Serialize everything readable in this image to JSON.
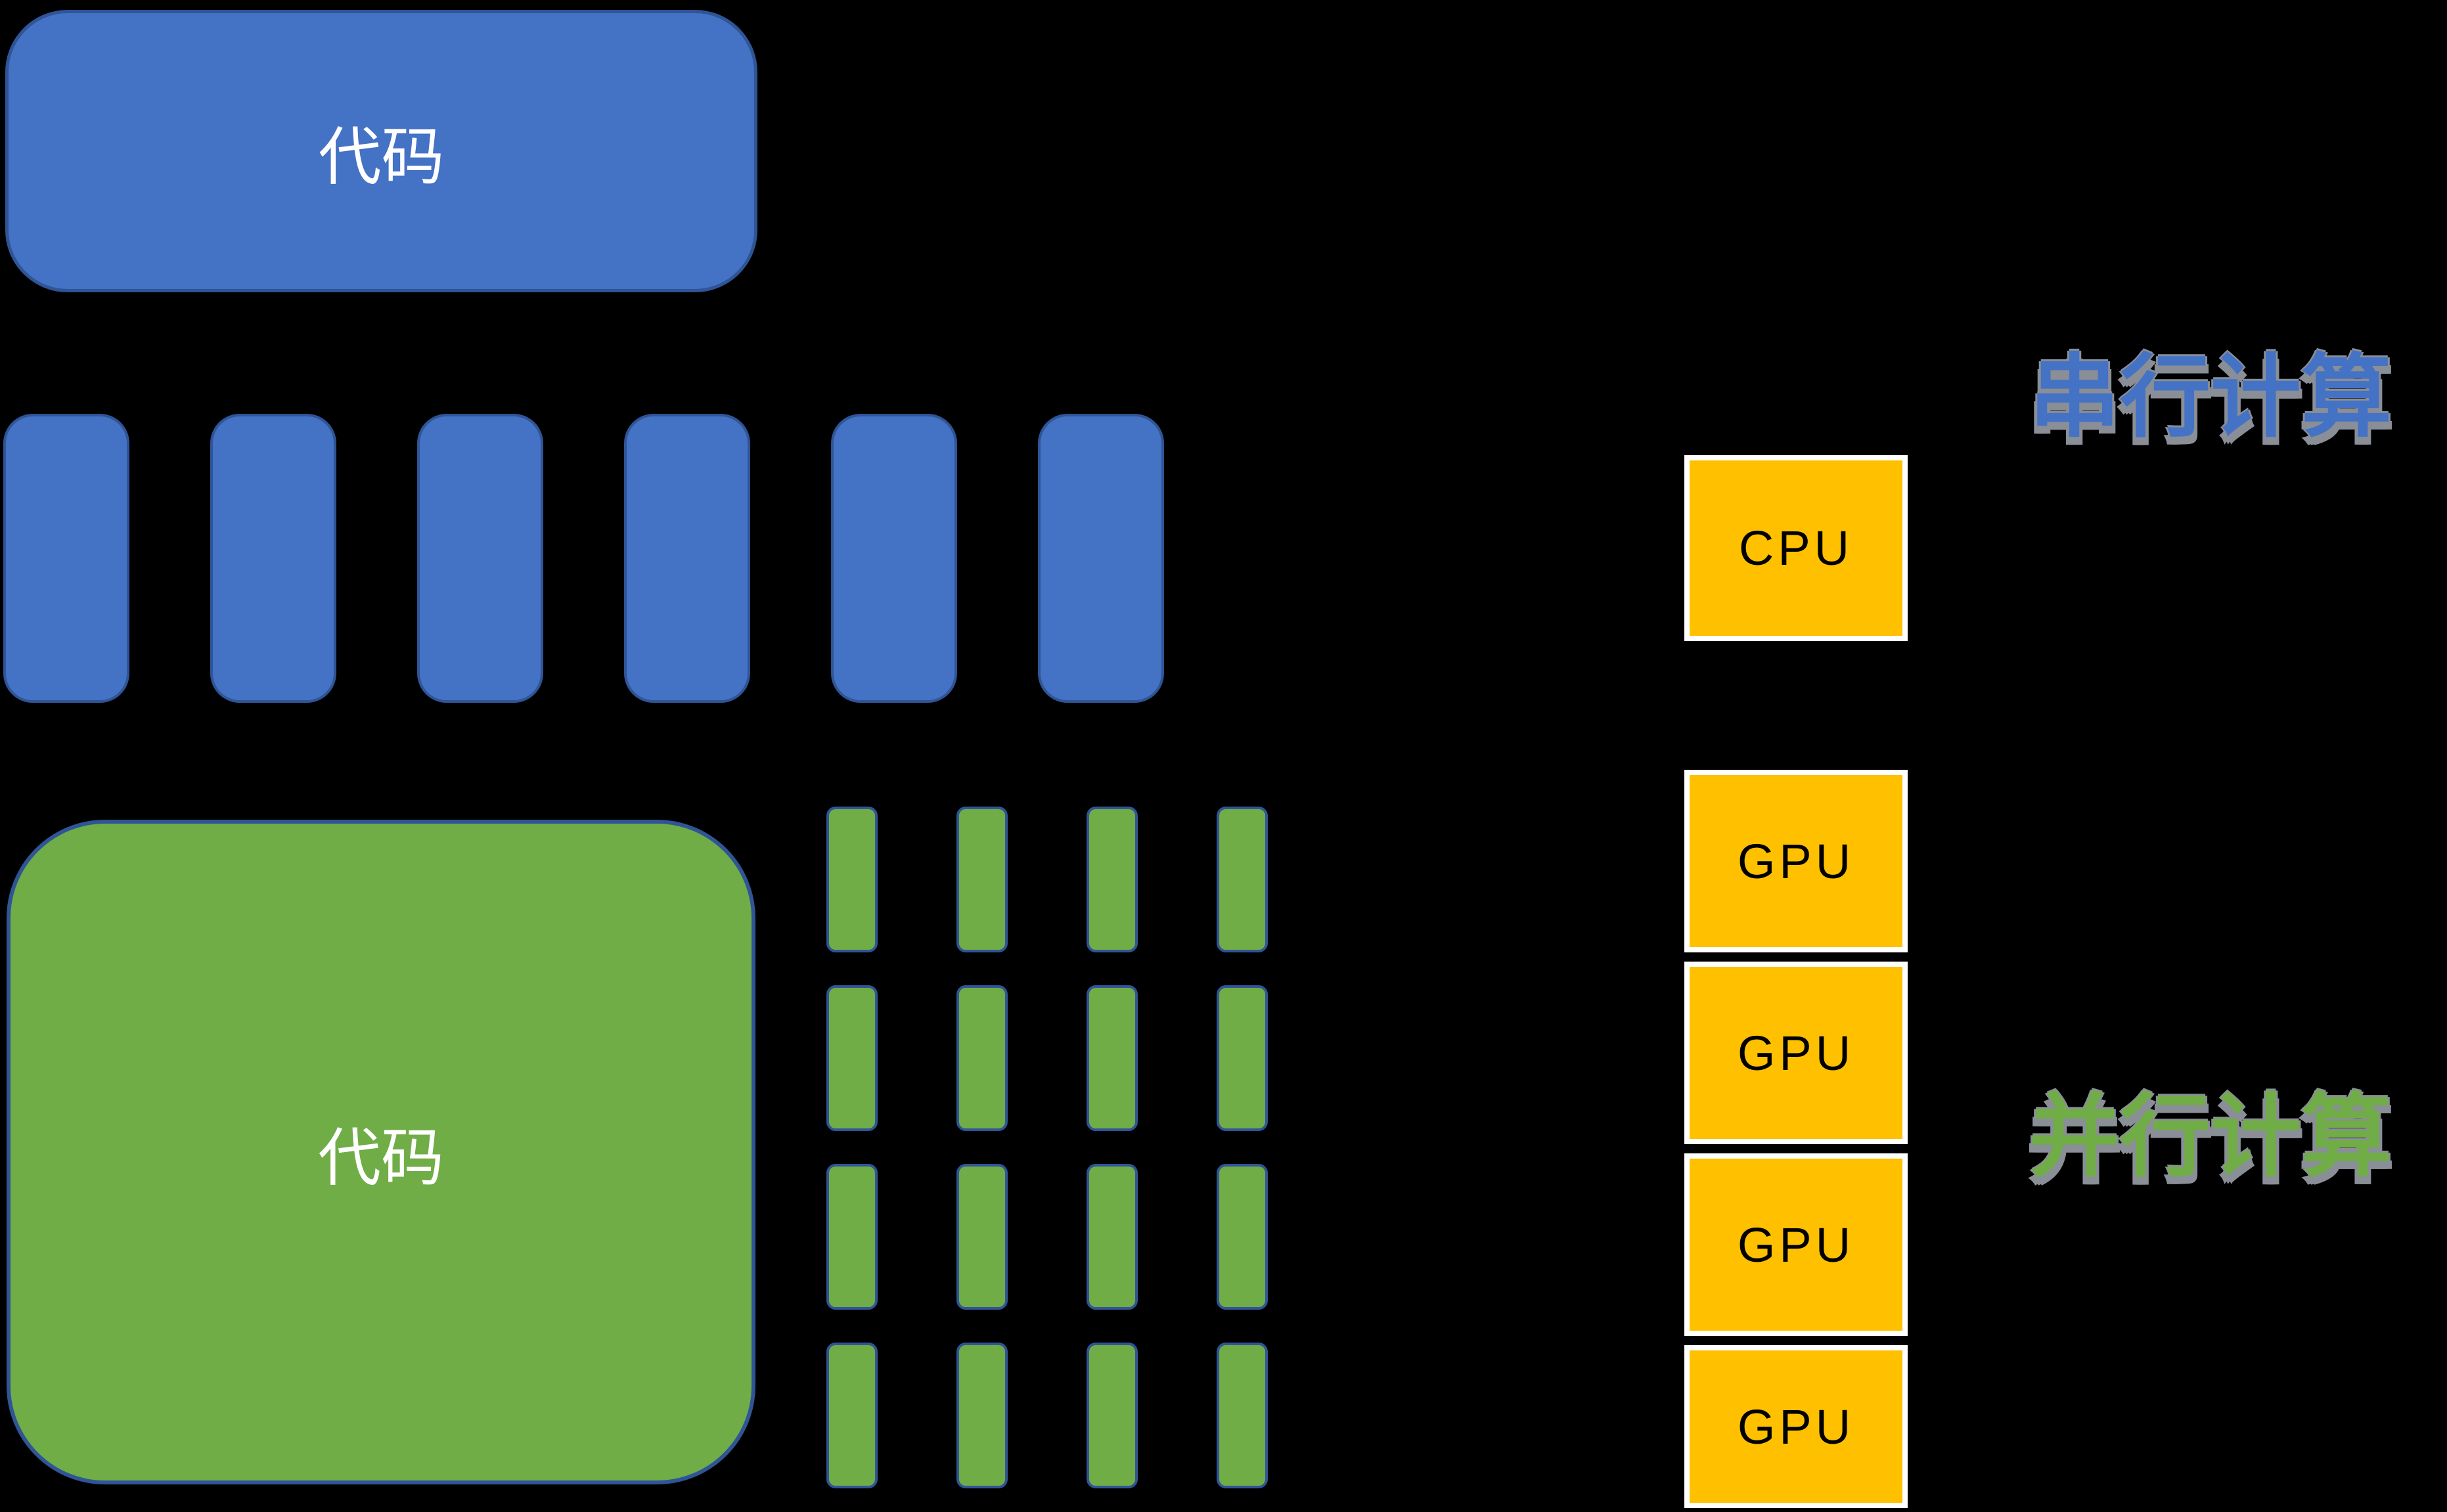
{
  "canvas": {
    "background": "#000000"
  },
  "colors": {
    "blue_fill": "#4472C4",
    "green_fill": "#70AD47",
    "amber_fill": "#FFC000",
    "navy_border": "#2F5597",
    "white_border": "#FFFFFF",
    "shadow_gray": "#8A8E96",
    "code_text": "#FFFFFF",
    "processor_text": "#000000"
  },
  "serial": {
    "heading": "串行计算",
    "heading_color": "#4472C4",
    "code_block": {
      "label": "代码"
    },
    "task_bars": {
      "count": 6
    },
    "processor": {
      "label": "CPU"
    }
  },
  "parallel": {
    "heading": "并行计算",
    "heading_color": "#70AD47",
    "code_block": {
      "label": "代码"
    },
    "task_grid": {
      "rows": 4,
      "cols": 4,
      "count": 16
    },
    "processors": [
      {
        "label": "GPU"
      },
      {
        "label": "GPU"
      },
      {
        "label": "GPU"
      },
      {
        "label": "GPU"
      }
    ]
  }
}
